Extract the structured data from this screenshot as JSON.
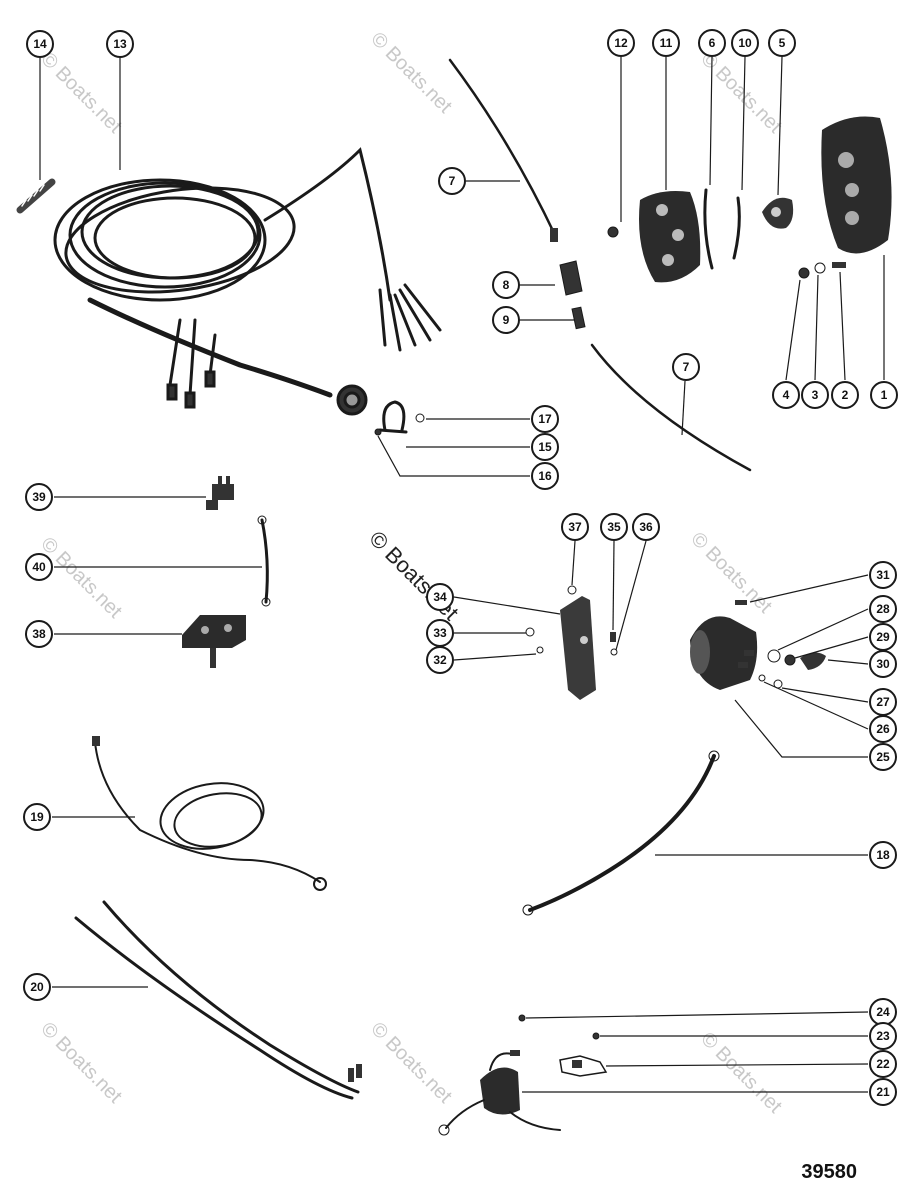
{
  "figure_number": "39580",
  "watermarks": {
    "small": "© Boats.net",
    "center": "© Boats.net"
  },
  "callouts": [
    "1",
    "2",
    "3",
    "4",
    "5",
    "6",
    "7",
    "8",
    "9",
    "10",
    "11",
    "12",
    "13",
    "14",
    "15",
    "16",
    "17",
    "18",
    "19",
    "20",
    "21",
    "22",
    "23",
    "24",
    "25",
    "26",
    "27",
    "28",
    "29",
    "30",
    "31",
    "32",
    "33",
    "34",
    "35",
    "36",
    "37",
    "38",
    "39",
    "40"
  ],
  "colors": {
    "ink": "#1a1a1a",
    "part": "#2b2b2b",
    "watermark": "#c8c8c8"
  }
}
